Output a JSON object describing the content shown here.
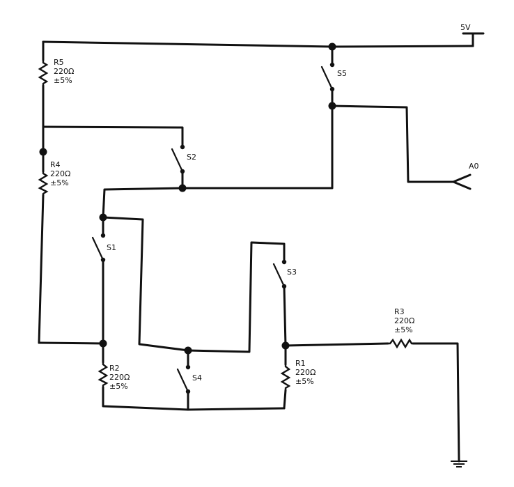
{
  "supply": {
    "label": "5V"
  },
  "output": {
    "label": "A0"
  },
  "resistors": [
    {
      "id": "R5",
      "value": "220Ω",
      "tolerance": "±5%"
    },
    {
      "id": "R4",
      "value": "220Ω",
      "tolerance": "±5%"
    },
    {
      "id": "R2",
      "value": "220Ω",
      "tolerance": "±5%"
    },
    {
      "id": "R1",
      "value": "220Ω",
      "tolerance": "±5%"
    },
    {
      "id": "R3",
      "value": "220Ω",
      "tolerance": "±5%"
    }
  ],
  "switches": [
    {
      "id": "S5"
    },
    {
      "id": "S2"
    },
    {
      "id": "S1"
    },
    {
      "id": "S3"
    },
    {
      "id": "S4"
    }
  ]
}
